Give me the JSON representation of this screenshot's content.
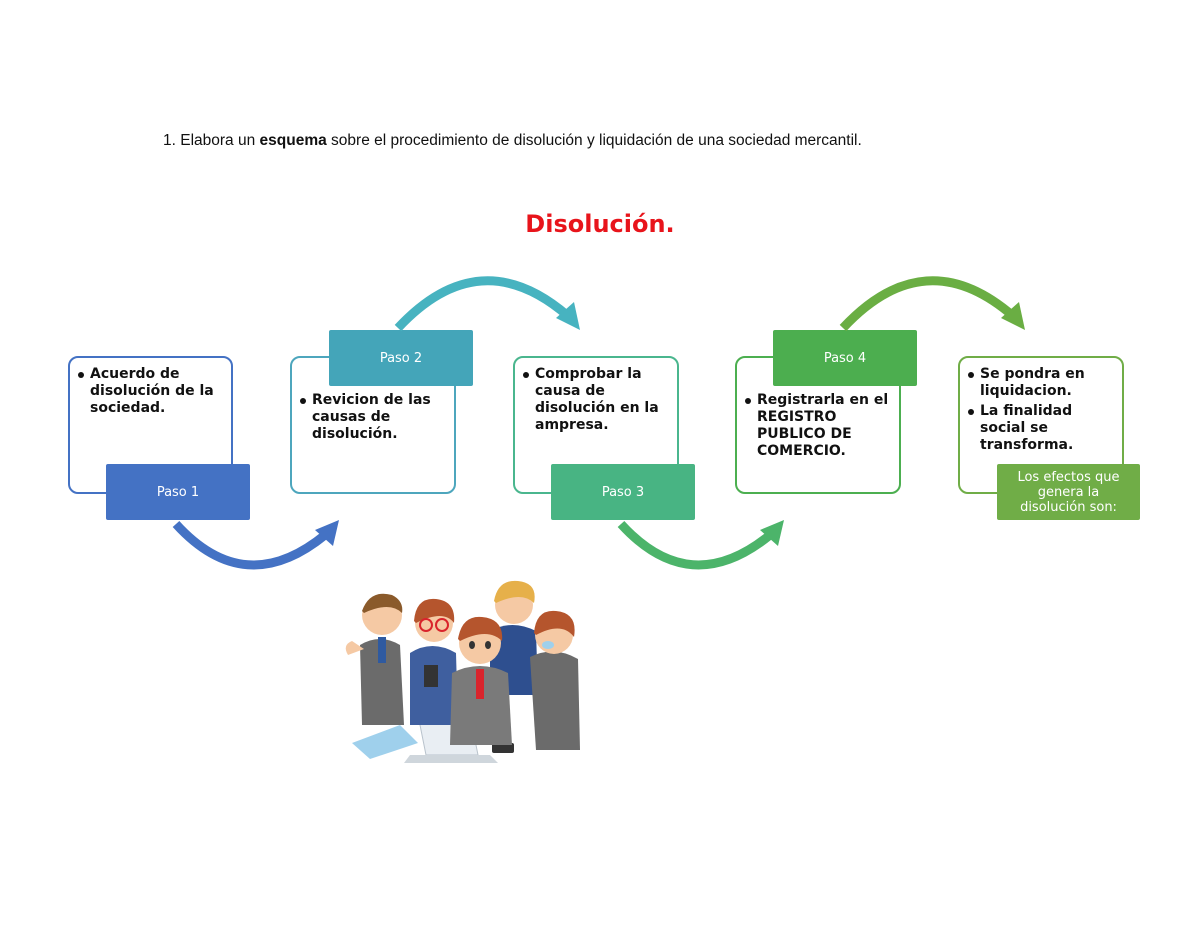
{
  "instruction": {
    "number": "1. E",
    "before_bold": "labora un ",
    "bold": "esquema",
    "after_bold": " sobre el procedimiento de disolución y liquidación de una sociedad mercantil."
  },
  "title": "Disolución.",
  "steps": [
    {
      "tag": "Paso 1",
      "bullets": [
        "Acuerdo de disolución de la sociedad."
      ],
      "border_color": "#4472c4",
      "tag_color": "#4472c4",
      "arrow_color": "#4472c4"
    },
    {
      "tag": "Paso 2",
      "bullets": [
        "Revicion de las causas de disolución."
      ],
      "border_color": "#4da6bd",
      "tag_color": "#44a5b9",
      "arrow_color": "#47b3c0"
    },
    {
      "tag": "Paso 3",
      "bullets": [
        "Comprobar la causa de disolución en la ampresa."
      ],
      "border_color": "#4ab68e",
      "tag_color": "#48b483",
      "arrow_color": "#4cb46a"
    },
    {
      "tag": "Paso 4",
      "bullets": [
        "Registrarla en el REGISTRO PUBLICO DE COMERCIO."
      ],
      "border_color": "#4caf50",
      "tag_color": "#4cae4f",
      "arrow_color": "#6aae43"
    },
    {
      "tag": "Los efectos que genera la disolución son:",
      "bullets": [
        "Se pondra en liquidacion.",
        "La finalidad social se transforma."
      ],
      "border_color": "#70ad47",
      "tag_color": "#70ad47"
    }
  ],
  "illustration": {
    "icon": "stressed-business-team-illustration"
  }
}
